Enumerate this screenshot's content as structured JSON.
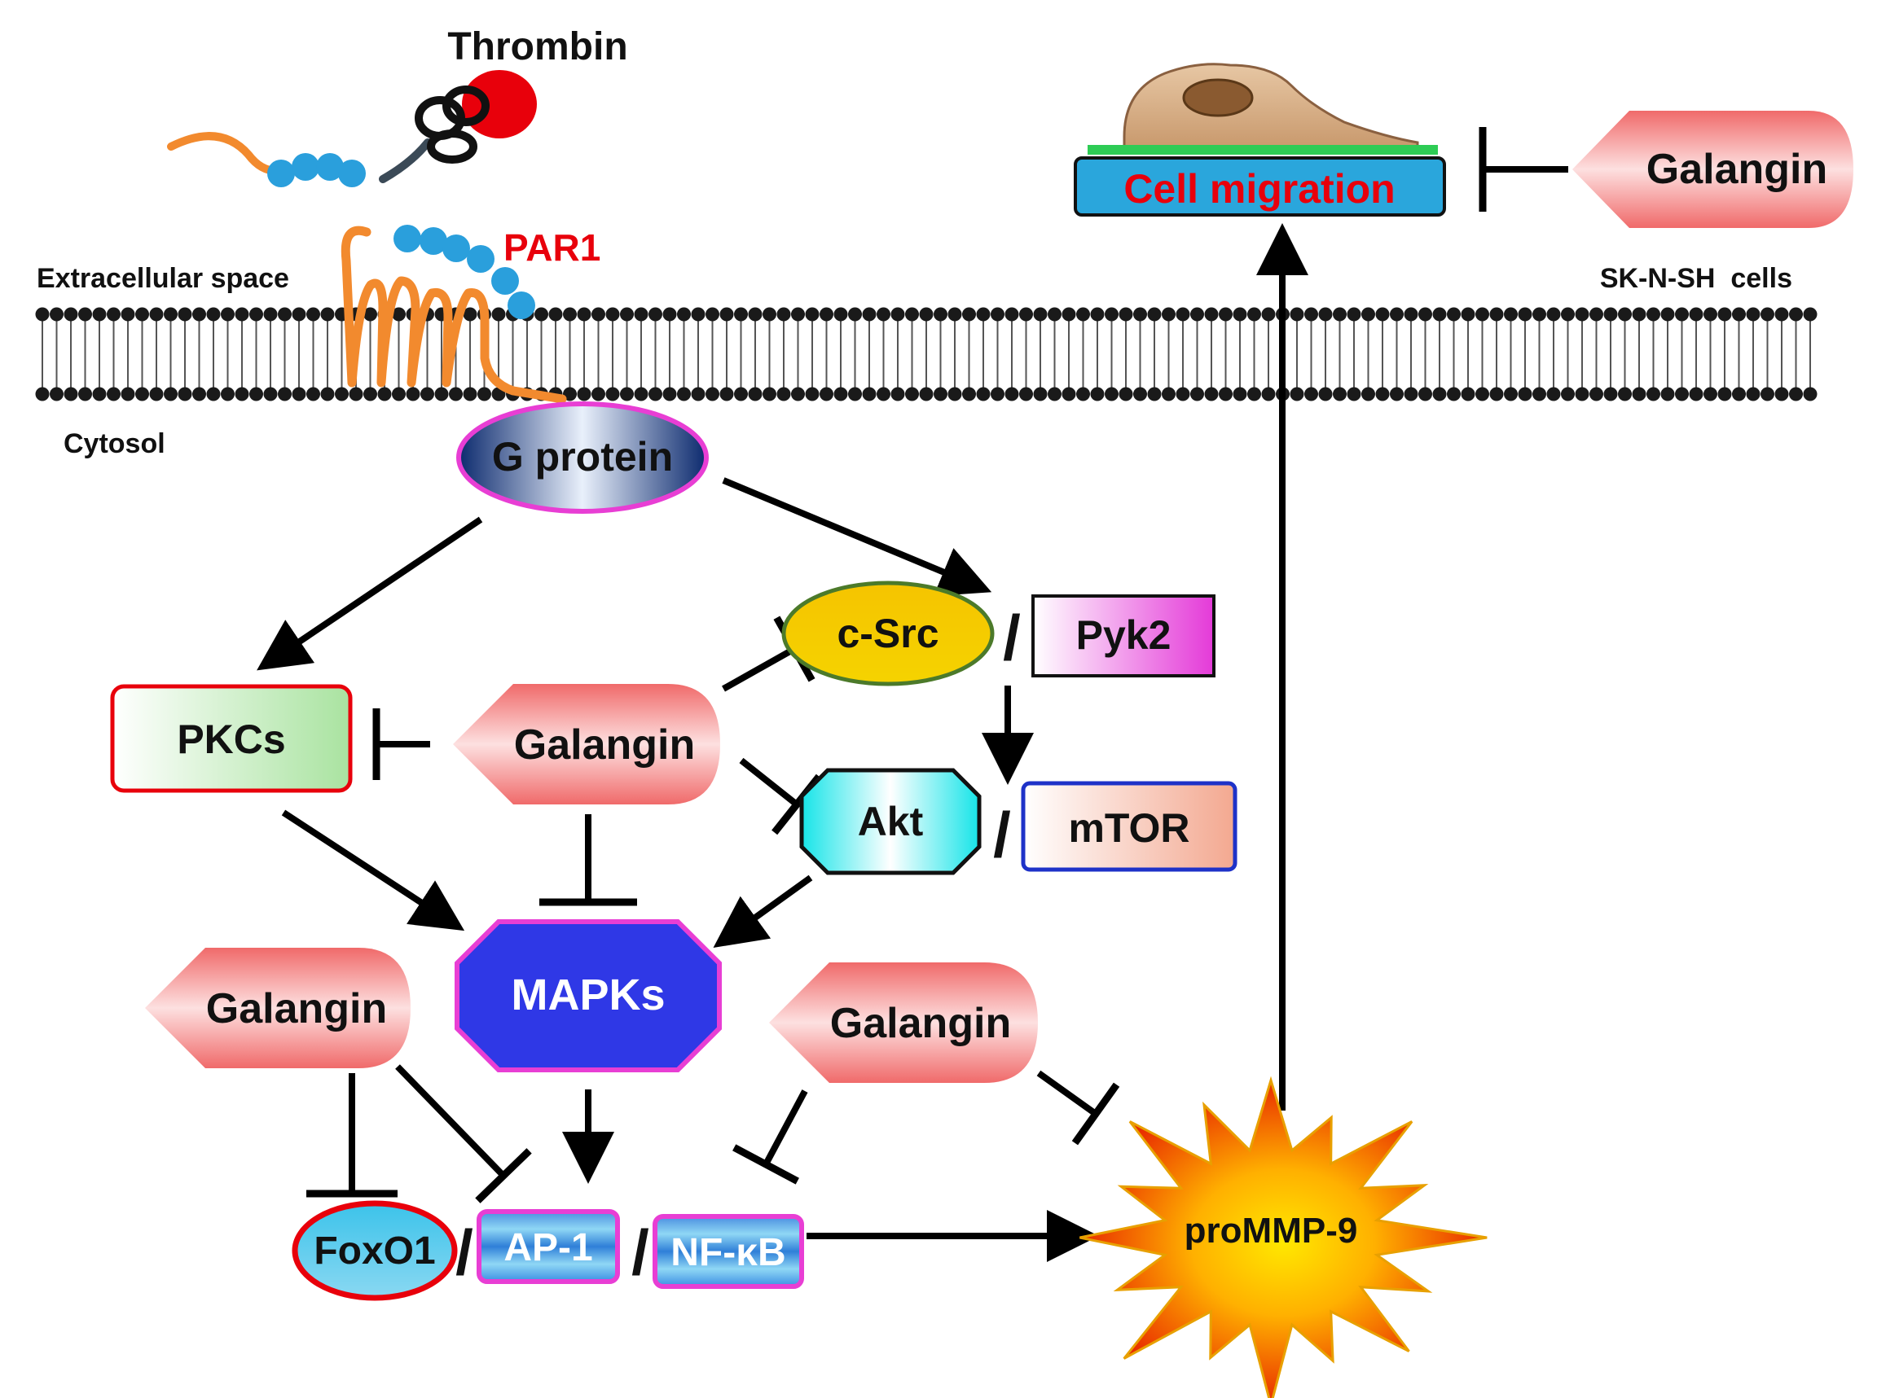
{
  "labels": {
    "thrombin": "Thrombin",
    "par1": "PAR1",
    "extracellular": "Extracellular space",
    "cytosol": "Cytosol",
    "cell_line": "SK-N-SH  cells",
    "cell_migration": "Cell migration"
  },
  "nodes": {
    "g_protein": "G protein",
    "pkcs": "PKCs",
    "c_src": "c-Src",
    "pyk2": "Pyk2",
    "akt": "Akt",
    "mtor": "mTOR",
    "mapks": "MAPKs",
    "foxo1": "FoxO1",
    "ap1": "AP-1",
    "nfkb": "NF-κB",
    "prommp9": "proMMP-9"
  },
  "inhibitor_label": "Galangin",
  "separator": "/",
  "colors": {
    "membrane_head": "#1a1a1a",
    "par1_receptor": "#f28a2e",
    "par1_beads": "#2a9fdc",
    "thrombin": "#e8000b",
    "par1_label": "#e8000b",
    "migration_text": "#e8000b",
    "migration_box": "#2aa6dc",
    "mapks_fill": "#2f38e6",
    "galangin_fill": "#f07a7a"
  }
}
